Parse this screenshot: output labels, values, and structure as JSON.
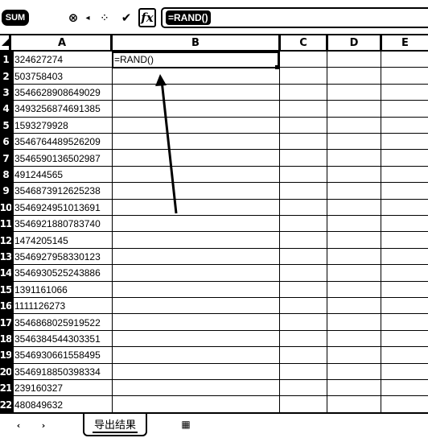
{
  "formula_bar": {
    "name_box": "SUM",
    "cancel_icon": "⊗",
    "accept_icon": "✔",
    "fx_label": "fx",
    "formula": "=RAND()"
  },
  "columns": [
    "A",
    "B",
    "C",
    "D",
    "E"
  ],
  "active_cell": {
    "ref": "B1",
    "value": "=RAND()"
  },
  "rows": [
    {
      "num": "1",
      "a": "324627274"
    },
    {
      "num": "2",
      "a": "503758403"
    },
    {
      "num": "3",
      "a": "3546628908649029"
    },
    {
      "num": "4",
      "a": "3493256874691385"
    },
    {
      "num": "5",
      "a": "1593279928"
    },
    {
      "num": "6",
      "a": "3546764489526209"
    },
    {
      "num": "7",
      "a": "3546590136502987"
    },
    {
      "num": "8",
      "a": "491244565"
    },
    {
      "num": "9",
      "a": "3546873912625238"
    },
    {
      "num": "10",
      "a": "3546924951013691"
    },
    {
      "num": "11",
      "a": "3546921880783740"
    },
    {
      "num": "12",
      "a": "1474205145"
    },
    {
      "num": "13",
      "a": "3546927958330123"
    },
    {
      "num": "14",
      "a": "3546930525243886"
    },
    {
      "num": "15",
      "a": "1391161066"
    },
    {
      "num": "16",
      "a": "1111126273"
    },
    {
      "num": "17",
      "a": "3546868025919522"
    },
    {
      "num": "18",
      "a": "3546384544303351"
    },
    {
      "num": "19",
      "a": "3546930661558495"
    },
    {
      "num": "20",
      "a": "3546918850398334"
    },
    {
      "num": "21",
      "a": "239160327"
    },
    {
      "num": "22",
      "a": "480849632"
    }
  ],
  "sheet_tabs": {
    "prev": "‹",
    "next": "›",
    "active": "导出结果",
    "add": "▦"
  }
}
